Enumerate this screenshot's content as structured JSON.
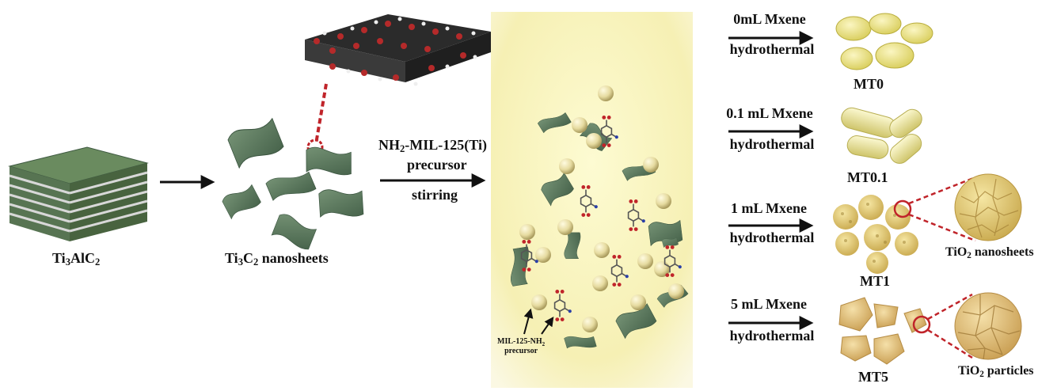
{
  "colors": {
    "sheet_green": "#5c7a5e",
    "sheet_dark": "#3f5a42",
    "sphere": "#e9dfa6",
    "dashed_red": "#c0242a",
    "mt0_color": "#f1ea8e",
    "mt5_color": "#e3c27c"
  },
  "left": {
    "ti3alc2": {
      "p1": "Ti",
      "s1": "3",
      "p2": "AlC",
      "s2": "2"
    },
    "ti3c2": {
      "p1": "Ti",
      "s1": "3",
      "p2": "C",
      "s2": "2",
      "p3": " nanosheets"
    }
  },
  "middle": {
    "reagent_1a": "NH",
    "reagent_1b": "2",
    "reagent_1c": "-MIL-125(Ti)",
    "reagent_2": "precursor",
    "reagent_3": "stirring",
    "precursor_label_a": "MIL-125-NH",
    "precursor_label_b": "2",
    "precursor_label_c": "precursor"
  },
  "right": {
    "rows": [
      {
        "amount": "0mL Mxene",
        "method": "hydrothermal",
        "product": "MT0"
      },
      {
        "amount": "0.1 mL Mxene",
        "method": "hydrothermal",
        "product": "MT0.1"
      },
      {
        "amount": "1 mL Mxene",
        "method": "hydrothermal",
        "product": "MT1"
      },
      {
        "amount": "5 mL Mxene",
        "method": "hydrothermal",
        "product": "MT5"
      }
    ],
    "zoom_nanosheets": {
      "p1": "TiO",
      "s1": "2",
      "p2": " nanosheets"
    },
    "zoom_particles": {
      "p1": "TiO",
      "s1": "2",
      "p2": " particles"
    }
  }
}
